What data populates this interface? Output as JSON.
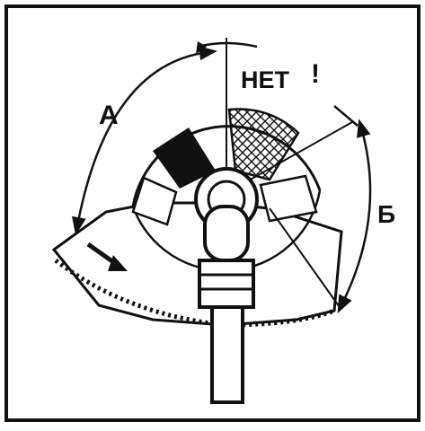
{
  "diagram": {
    "labels": {
      "net": "НЕТ",
      "exclaim": "!",
      "a": "А",
      "b": "Б"
    },
    "colors": {
      "ink": "#111111",
      "background": "#ffffff"
    }
  }
}
